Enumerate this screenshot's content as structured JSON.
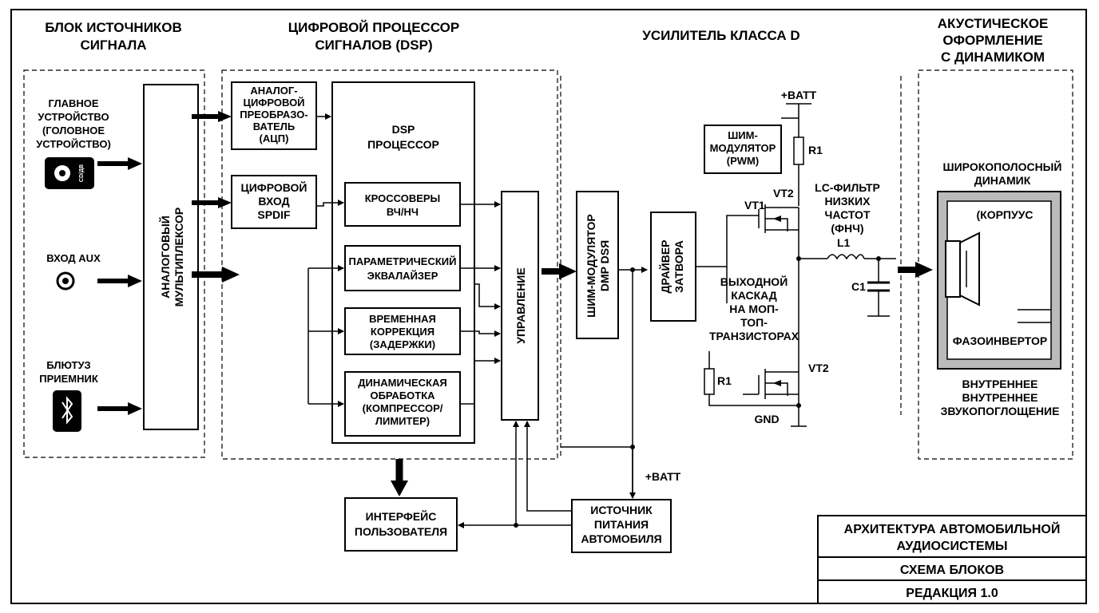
{
  "headings": {
    "sources": [
      "БЛОК ИСТОЧНИКОВ",
      "СИГНАЛА"
    ],
    "dsp": [
      "ЦИФРОВОЙ ПРОЦЕССОР",
      "СИГНАЛОВ (DSP)"
    ],
    "amp": "УСИЛИТЕЛЬ КЛАССА D",
    "acoustic": [
      "АКУСТИЧЕСКОЕ",
      "ОФОРМЛЕНИЕ",
      "С ДИНАМИКОМ"
    ]
  },
  "sources": {
    "head_unit": [
      "ГЛАВНОЕ",
      "УСТРОЙСТВО",
      "(ГОЛОВНОЕ",
      "УСТРОЙСТВО)"
    ],
    "head_unit_icon_text": "СD/ДВ",
    "aux": "ВХОД AUX",
    "bluetooth": [
      "БЛЮТУЗ",
      "ПРИЕМНИК"
    ],
    "mux": [
      "АНАЛОГОВЫЙ",
      "МУЛЬТИПЛЕКСОР"
    ]
  },
  "dsp": {
    "adc": [
      "АНАЛОГ-",
      "ЦИФРОВОЙ",
      "ПРЕОБРАЗО-",
      "ВАТЕЛЬ",
      "(АЦП)"
    ],
    "spdif": [
      "ЦИФРОВОЙ",
      "ВХОД",
      "SPDIF"
    ],
    "processor": [
      "DSP",
      "ПРОЦЕССОР"
    ],
    "crossover": [
      "КРОССОВЕРЫ",
      "ВЧ/НЧ"
    ],
    "eq": [
      "ПАРАМЕТРИЧЕСКИЙ",
      "ЭКВАЛАЙЗЕР"
    ],
    "delay": [
      "ВРЕМЕННАЯ",
      "КОРРЕКЦИЯ",
      "(ЗАДЕРЖКИ)"
    ],
    "dynamics": [
      "ДИНАМИЧЕСКАЯ",
      "ОБРАБОТКА",
      "(КОМПРЕССОР/",
      "ЛИМИТЕР)"
    ],
    "control": "УПРАВЛЕНИЕ"
  },
  "amp": {
    "pwm_mod": [
      "ШИМ-МОДУЛЯТОР",
      "DMP DSЯ"
    ],
    "gate_driver": [
      "ДРАЙВЕР",
      "ЗАТВОРА"
    ],
    "batt_top": "+BATT",
    "pwm_box": [
      "ШИМ-",
      "МОДУЛЯТОР",
      "(PWM)"
    ],
    "r1_top": "R1",
    "vt2_top": "VT2",
    "vt1": "VT1",
    "lc_filter": [
      "LC-ФИЛЬТР",
      "НИЗКИХ",
      "ЧАСТОТ",
      "(ФНЧ)"
    ],
    "l1": "L1",
    "c1": "C1",
    "output_stage": [
      "ВЫХОДНОЙ",
      "КАСКАД",
      "НА МОП-",
      "ТОП-",
      "ТРАНЗИСТОРАХ"
    ],
    "r1_bottom": "R1",
    "vt2_bottom": "VT2",
    "gnd": "GND"
  },
  "speaker": {
    "title": [
      "ШИРОКОПОЛОСНЫЙ",
      "ДИНАМИК"
    ],
    "enclosure": "(КОРПУУС",
    "port": "ФАЗОИНВЕРТОР",
    "lining": [
      "ВНУТРЕННЕЕ",
      "ВНУТРЕННЕЕ",
      "ЗВУКОПОГЛОЩЕНИЕ"
    ]
  },
  "bottom": {
    "ui": [
      "ИНТЕРФЕЙС",
      "ПОЛЬЗОВАТЕЛЯ"
    ],
    "power": [
      "ИСТОЧНИК",
      "ПИТАНИЯ",
      "АВТОМОБИЛЯ"
    ],
    "batt": "+BATT"
  },
  "title_block": {
    "title": [
      "АРХИТЕКТУРА АВТОМОБИЛЬНОЙ",
      "АУДИОСИСТЕМЫ"
    ],
    "subtitle": "СХЕМА БЛОКОВ",
    "revision": "РЕДАКЦИЯ 1.0"
  }
}
